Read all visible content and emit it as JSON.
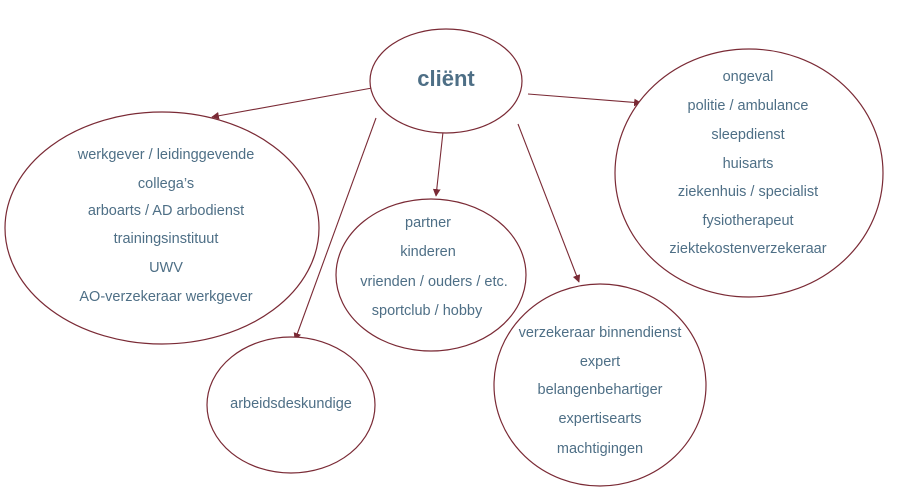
{
  "colors": {
    "outline": "#7a2a35",
    "text": "#4e6f86",
    "background": "#ffffff"
  },
  "center": {
    "label": "cliënt"
  },
  "groups": {
    "work": {
      "items": [
        "werkgever / leidinggevende",
        "collega’s",
        "arboarts / AD arbodienst",
        "trainingsinstituut",
        "UWV",
        "AO-verzekeraar werkgever"
      ]
    },
    "social": {
      "items": [
        "partner",
        "kinderen",
        "vrienden / ouders / etc.",
        "sportclub / hobby"
      ]
    },
    "accident": {
      "items": [
        "ongeval",
        "politie / ambulance",
        "sleepdienst",
        "huisarts",
        "ziekenhuis / specialist",
        "fysiotherapeut",
        "ziektekostenverzekeraar"
      ]
    },
    "insurance": {
      "items": [
        "verzekeraar binnendienst",
        "expert",
        "belangenbehartiger",
        "expertisearts",
        "machtigingen"
      ]
    },
    "labor_expert": {
      "items": [
        "arbeidsdeskundige"
      ]
    }
  }
}
